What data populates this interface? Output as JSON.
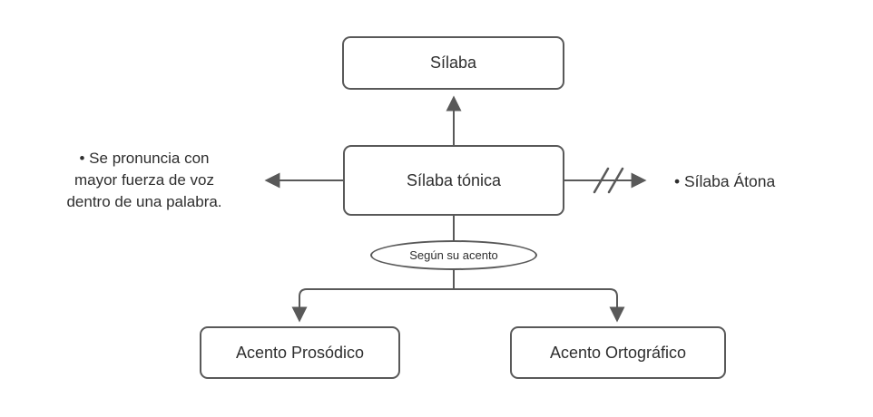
{
  "palette": {
    "line_color": "#595959",
    "box_border_color": "#595959",
    "text_color": "#2e2e2e",
    "background_color": "#ffffff"
  },
  "nodes": {
    "silaba": "Sílaba",
    "silaba_tonica": "Sílaba tónica",
    "acento_prosodico": "Acento Prosódico",
    "acento_ortografico": "Acento Ortográfico"
  },
  "labels": {
    "left_note": "• Se pronuncia con\nmayor fuerza de voz\ndentro de una palabra.",
    "right_note": "• Sílaba Átona",
    "ellipse": "Según su acento"
  }
}
